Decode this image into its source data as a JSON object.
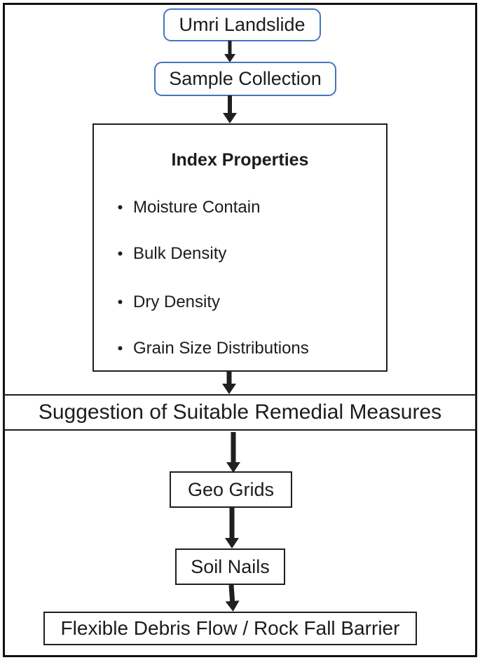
{
  "colors": {
    "accent-blue": "#4575BE",
    "line-black": "#1f1f1f",
    "frame-black": "#111111"
  },
  "flowchart": {
    "start": {
      "label": "Umri Landslide"
    },
    "sample": {
      "label": "Sample Collection"
    },
    "index_box": {
      "title": "Index Properties",
      "bullet": "•",
      "items": [
        "Moisture Contain",
        "Bulk Density",
        "Dry Density",
        "Grain Size Distributions"
      ]
    },
    "suggestion": {
      "label": "Suggestion of Suitable Remedial Measures"
    },
    "geo_grids": {
      "label": "Geo Grids"
    },
    "soil_nails": {
      "label": "Soil Nails"
    },
    "barrier": {
      "label": "Flexible Debris Flow / Rock Fall Barrier"
    }
  }
}
